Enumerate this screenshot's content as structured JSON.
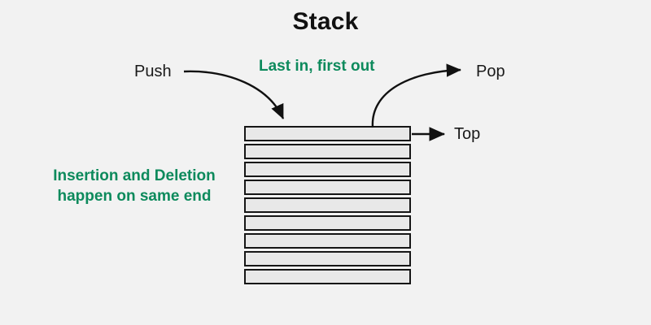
{
  "diagram": {
    "title": "Stack",
    "background_color": "#f2f2f2",
    "accent_color": "#0d8a5c",
    "labels": {
      "push": "Push",
      "pop": "Pop",
      "top": "Top",
      "lifo": "Last in, first out",
      "note_line1": "Insertion and Deletion",
      "note_line2": "happen on same end"
    },
    "stack": {
      "bar_count": 9,
      "bar_fill": "#e8e8e8",
      "bar_border": "#161616",
      "bars": [
        {
          "index": 1,
          "label": ""
        },
        {
          "index": 2,
          "label": ""
        },
        {
          "index": 3,
          "label": ""
        },
        {
          "index": 4,
          "label": ""
        },
        {
          "index": 5,
          "label": ""
        },
        {
          "index": 6,
          "label": ""
        },
        {
          "index": 7,
          "label": ""
        },
        {
          "index": 8,
          "label": ""
        },
        {
          "index": 9,
          "label": ""
        }
      ]
    },
    "arrows": [
      {
        "name": "push-arrow",
        "from": "Push",
        "to": "top-of-stack",
        "style": "curved"
      },
      {
        "name": "pop-arrow",
        "from": "top-of-stack",
        "to": "Pop",
        "style": "curved"
      },
      {
        "name": "top-arrow",
        "from": "top-of-stack",
        "to": "Top",
        "style": "straight"
      }
    ]
  }
}
